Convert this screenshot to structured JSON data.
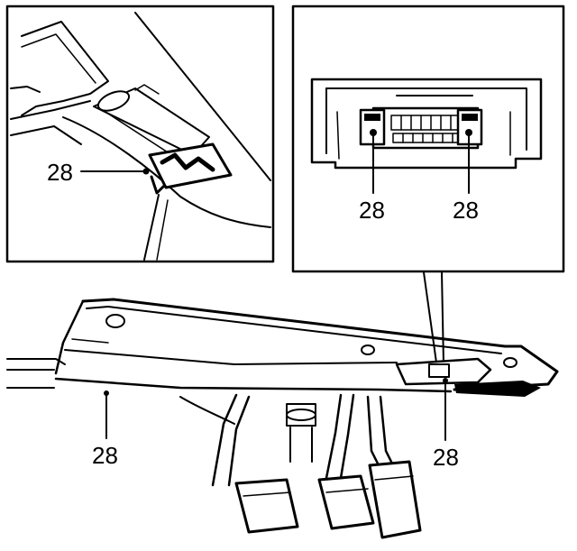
{
  "callouts": {
    "inset_left": "28",
    "inset_right_left": "28",
    "inset_right_right": "28",
    "main_left": "28",
    "main_right": "28"
  }
}
